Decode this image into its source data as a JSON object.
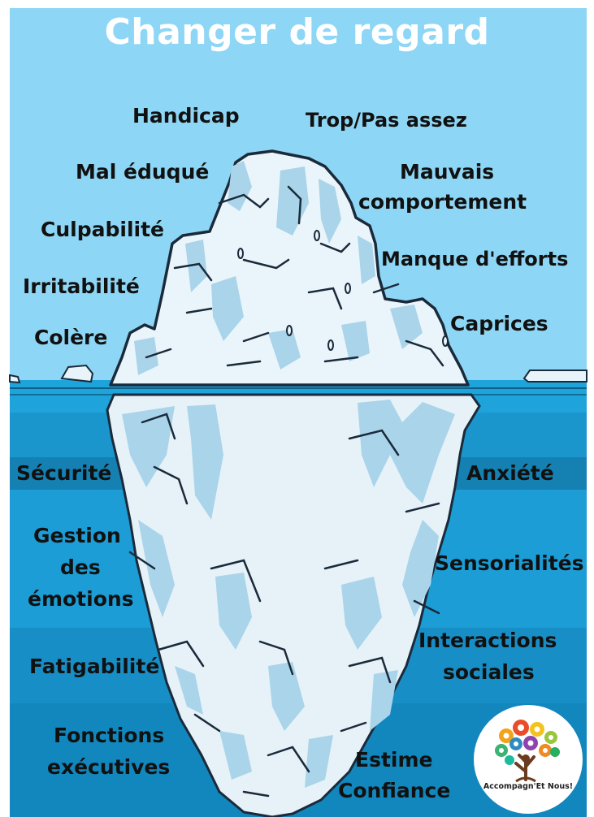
{
  "title": "Changer de regard",
  "above_water": {
    "handicap": "Handicap",
    "trop": "Trop/Pas assez",
    "mal_eduque": "Mal éduqué",
    "mauvais_1": "Mauvais",
    "mauvais_2": "comportement",
    "culpabilite": "Culpabilité",
    "manque": "Manque d'efforts",
    "irritabilite": "Irritabilité",
    "caprices": "Caprices",
    "colere": "Colère"
  },
  "below_water": {
    "securite": "Sécurité",
    "anxiete": "Anxiété",
    "gestion_1": "Gestion",
    "gestion_2": "des",
    "gestion_3": "émotions",
    "sensorialites": "Sensorialités",
    "interactions_1": "Interactions",
    "interactions_2": "sociales",
    "fatigabilite": "Fatigabilité",
    "fonctions_1": "Fonctions",
    "fonctions_2": "exécutives",
    "estime": "Estime",
    "confiance": "Confiance"
  },
  "logo": {
    "text": "Accompagn'Et Nous!",
    "icon": "tree-gears-icon"
  },
  "colors": {
    "sky": "#8ed6f5",
    "water_band_1": "#1ea3db",
    "water_band_2": "#148fc4",
    "water_band_3": "#1c9dd6",
    "ice": "#e8f4fa",
    "ice_shadow": "#9fd0e8",
    "outline": "#1a2a3a"
  }
}
